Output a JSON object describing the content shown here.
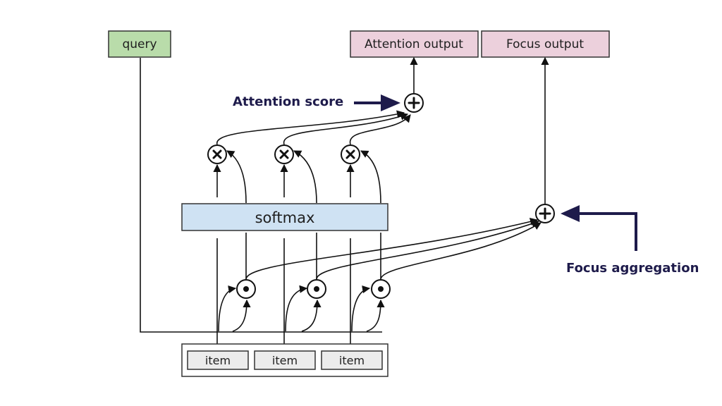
{
  "query": {
    "label": "query"
  },
  "outputs": {
    "attention": {
      "label": "Attention output"
    },
    "focus": {
      "label": "Focus output"
    }
  },
  "softmax": {
    "label": "softmax"
  },
  "items": [
    {
      "label": "item"
    },
    {
      "label": "item"
    },
    {
      "label": "item"
    }
  ],
  "annotations": {
    "attention_score": "Attention score",
    "focus_aggregation": "Focus aggregation"
  },
  "colors": {
    "query_fill": "#b9dcaa",
    "output_fill": "#ecd0dc",
    "softmax_fill": "#cfe2f3",
    "item_fill": "#ececec",
    "annotation": "#1e1b4b"
  }
}
